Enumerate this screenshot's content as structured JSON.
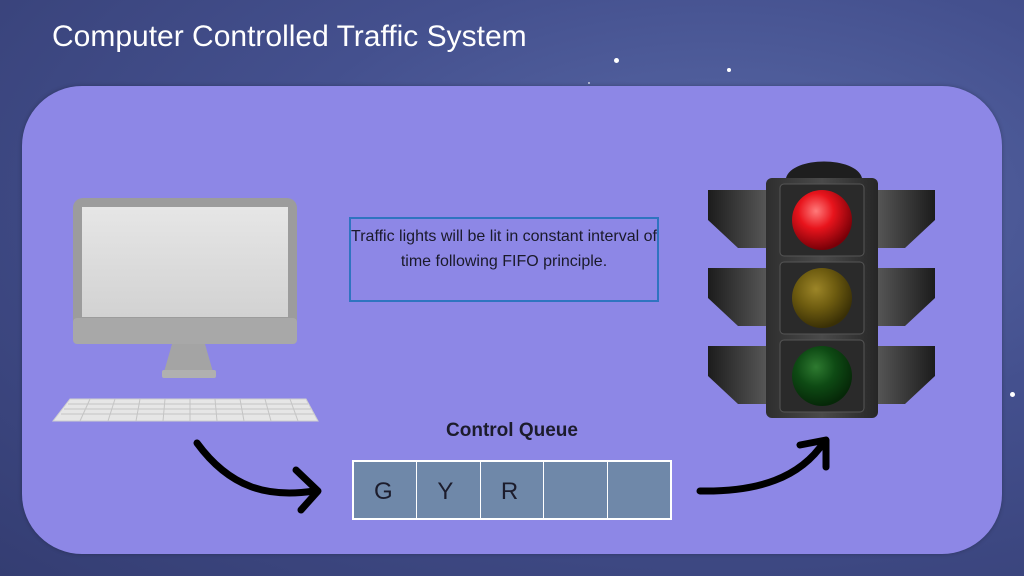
{
  "slide": {
    "title": "Computer Controlled Traffic System",
    "info_text": "Traffic lights will be lit in constant interval of time following FIFO principle."
  },
  "queue": {
    "label": "Control Queue",
    "cells": [
      "G",
      "Y",
      "R",
      "",
      ""
    ]
  },
  "traffic_light": {
    "lamps": [
      "red",
      "yellow",
      "green"
    ],
    "lit": "red"
  },
  "colors": {
    "background": "#44508e",
    "panel": "#8d87e6",
    "info_border": "#2f74c0",
    "queue_fill": "#6f88a9",
    "lamp_red": "#e8141c",
    "lamp_yellow": "#6e5c10",
    "lamp_green": "#0e4a14"
  },
  "icons": [
    "computer-monitor-icon",
    "keyboard-icon",
    "arrow-icon",
    "traffic-light-icon"
  ]
}
